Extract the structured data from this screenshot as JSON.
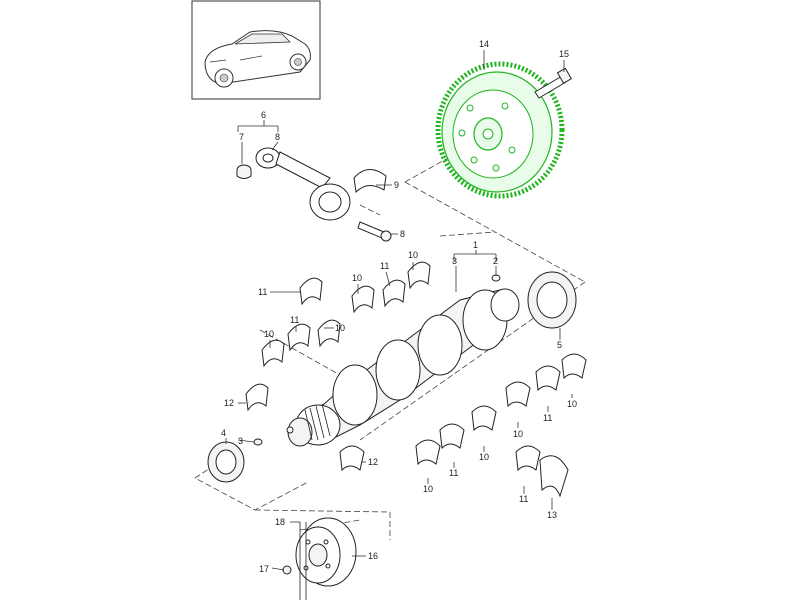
{
  "diagram": {
    "highlight_color": "#1fb51f",
    "highlighted_part": "14",
    "labels": {
      "l1": "1",
      "l2": "2",
      "l3": "3",
      "l4": "4",
      "l5": "5",
      "l6": "6",
      "l7": "7",
      "l8a": "8",
      "l8b": "8",
      "l9": "9",
      "l10a": "10",
      "l10b": "10",
      "l10c": "10",
      "l10d": "10",
      "l10e": "10",
      "l10f": "10",
      "l10g": "10",
      "l10h": "10",
      "l11a": "11",
      "l11b": "11",
      "l11c": "11",
      "l11d": "11",
      "l11e": "11",
      "l11f": "11",
      "l12a": "12",
      "l12b": "12",
      "l13": "13",
      "l14": "14",
      "l15": "15",
      "l16": "16",
      "l17": "17",
      "l18": "18"
    }
  }
}
